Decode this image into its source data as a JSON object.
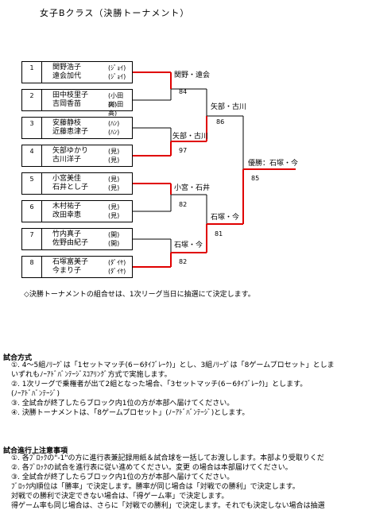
{
  "title": "女子Bクラス（決勝トーナメント）",
  "players": [
    {
      "num": "1",
      "names": [
        "関野浩子",
        "遠会加代"
      ],
      "teams": [
        "(ｼﾞｮｲ)",
        "(ｼﾞｮｲ)"
      ]
    },
    {
      "num": "2",
      "names": [
        "田中枝里子",
        "吉岡香苗"
      ],
      "teams": [
        "(小田高)",
        "(小田高)"
      ]
    },
    {
      "num": "3",
      "names": [
        "安藤静枝",
        "近藤恵津子"
      ],
      "teams": [
        "(ﾊﾝ)",
        "(ﾊﾝ)"
      ]
    },
    {
      "num": "4",
      "names": [
        "矢部ゆかり",
        "古川洋子"
      ],
      "teams": [
        "(見)",
        "(見)"
      ]
    },
    {
      "num": "5",
      "names": [
        "小宮美佳",
        "石井とし子"
      ],
      "teams": [
        "(見)",
        "(見)"
      ]
    },
    {
      "num": "6",
      "names": [
        "木村祐子",
        "改田幸恵"
      ],
      "teams": [
        "(見)",
        "(見)"
      ]
    },
    {
      "num": "7",
      "names": [
        "竹内真子",
        "佐野由紀子"
      ],
      "teams": [
        "(開)",
        "(開)"
      ]
    },
    {
      "num": "8",
      "names": [
        "石塚富美子",
        "今まり子"
      ],
      "teams": [
        "(ﾀﾞｲﾔ)",
        "(ﾀﾞｲﾔ)"
      ]
    }
  ],
  "r1": [
    {
      "winner": "関野・遠会",
      "score": "84"
    },
    {
      "winner": "矢部・古川",
      "score": "97"
    },
    {
      "winner": "小宮・石井",
      "score": "82"
    },
    {
      "winner": "石塚・今",
      "score": "82"
    }
  ],
  "r2": [
    {
      "winner": "矢部・古川",
      "score": "86"
    },
    {
      "winner": "石塚・今",
      "score": "81"
    }
  ],
  "final": {
    "winner": "優勝：石塚・今",
    "score": "85"
  },
  "note": "◇決勝トーナメントの組合せは、1次リーグ当日に抽選にて決定します。",
  "rules": {
    "heading": "試合方式",
    "lines": [
      "①. 4～5組ﾉﾘｰｸﾞは「1セットマッチ(6－6ﾀｲﾌﾞﾚｰｸ)」とし、3組ﾉﾘｰｸﾞは「8ゲームプロセット」としま",
      "    いずれもﾉｰｱﾄﾞﾊﾞﾝﾃｰｼﾞｽｺｱﾘﾝｸﾞ方式で実施します。",
      "②. 1次リーグで乗権者が出て2組となった場合、「3セットマッチ(6－6ﾀｲﾌﾞﾚｰｸ)」とします。",
      "    (ﾉｰｱﾄﾞﾊﾞﾝﾃｰｼﾞ)",
      "③. 全試合が終了したらブロック内1位の方が本部へ届けてください。",
      "④. 決勝トーナメントは、「8ゲームプロセット」(ﾉｰｱﾄﾞﾊﾞﾝﾃｰｼﾞ)とします。"
    ]
  },
  "procedure": {
    "heading": "試合進行上注意事項",
    "lines": [
      "①. 各ﾌﾞﾛｯｸの\"-1\"の方に進行表兼記録用紙＆試合球を一括してお渡しします。本部より受取りくだ",
      "②. 各ﾌﾞﾛｯｸの試合を進行表に従い進めてください。変更 の場合は本部届けてください。",
      "③. 全試合が終了したらブロック内1位の方が本部へ届けてください。",
      "    ﾌﾞﾛｯｸ内順位は「勝率」で決定します。勝率が同じ場合は「対戦での勝利」で決定します。",
      "    対戦での勝利で決定できない場合は、「得ゲーム率」で決定します。",
      "    得ゲーム率も同じ場合は、さらに「対戦での勝利」で決定します。それでも決定しない場合は抽選"
    ]
  },
  "colors": {
    "win": "#e00000",
    "line": "#000000"
  }
}
